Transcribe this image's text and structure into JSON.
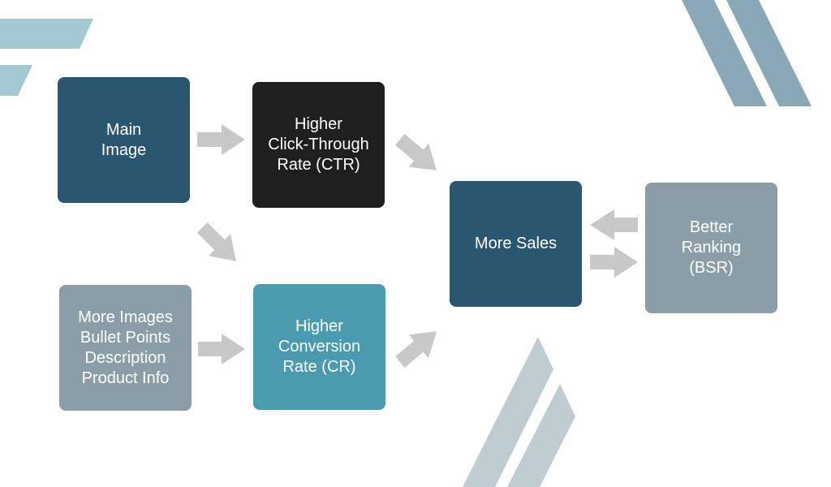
{
  "nodes": {
    "main_image": {
      "label": "Main\nImage",
      "color": "#2a5670"
    },
    "ctr": {
      "label": "Higher\nClick-Through\nRate (CTR)",
      "color": "#1f1f1f"
    },
    "more_sales": {
      "label": "More Sales",
      "color": "#2a5670"
    },
    "ranking": {
      "label": "Better\nRanking\n(BSR)",
      "color": "#8a9ea8"
    },
    "content": {
      "label": "More Images\nBullet Points\nDescription\nProduct Info",
      "color": "#8a9ea8"
    },
    "cr": {
      "label": "Higher\nConversion\nRate (CR)",
      "color": "#4b9bb0"
    }
  },
  "arrow_color": "#c8c8c8"
}
